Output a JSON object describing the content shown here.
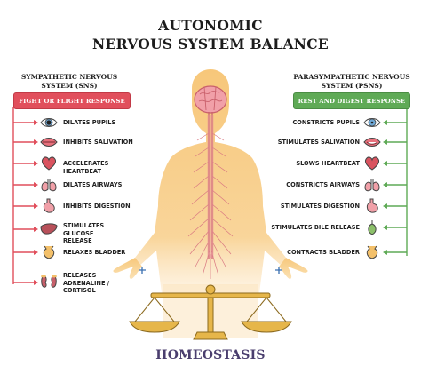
{
  "title": {
    "line1": "AUTONOMIC",
    "line2": "NERVOUS SYSTEM BALANCE"
  },
  "sympathetic": {
    "name_line1": "SYMPATHETIC NERVOUS",
    "name_line2": "SYSTEM (SNS)",
    "banner": "FIGHT OR FLIGHT RESPONSE",
    "color": "#e14f5c",
    "items": [
      {
        "label": "DILATES PUPILS",
        "icon": "eye-icon"
      },
      {
        "label": "INHIBITS SALIVATION",
        "icon": "mouth-icon"
      },
      {
        "label": "ACCELERATES HEARTBEAT",
        "icon": "heart-icon"
      },
      {
        "label": "DILATES AIRWAYS",
        "icon": "lungs-icon"
      },
      {
        "label": "INHIBITS DIGESTION",
        "icon": "stomach-icon"
      },
      {
        "label": "STIMULATES GLUCOSE RELEASE",
        "icon": "liver-icon"
      },
      {
        "label": "RELAXES BLADDER",
        "icon": "bladder-icon"
      },
      {
        "label": "RELEASES ADRENALINE / CORTISOL",
        "icon": "kidneys-icon"
      }
    ]
  },
  "parasympathetic": {
    "name_line1": "PARASYMPATHETIC NERVOUS",
    "name_line2": "SYSTEM (PSNS)",
    "banner": "REST AND DIGEST RESPONSE",
    "color": "#5faa56",
    "items": [
      {
        "label": "CONSTRICTS PUPILS",
        "icon": "eye-icon"
      },
      {
        "label": "STIMULATES SALIVATION",
        "icon": "mouth-icon"
      },
      {
        "label": "SLOWS HEARTBEAT",
        "icon": "heart-icon"
      },
      {
        "label": "CONSTRICTS AIRWAYS",
        "icon": "lungs-icon"
      },
      {
        "label": "STIMULATES DIGESTION",
        "icon": "stomach-icon"
      },
      {
        "label": "STIMULATES BILE RELEASE",
        "icon": "gallbladder-icon"
      },
      {
        "label": "CONTRACTS BLADDER",
        "icon": "bladder-icon"
      }
    ]
  },
  "footer": "HOMEOSTASIS",
  "colors": {
    "skin": "#f7c77a",
    "skin_light": "#fbe0b0",
    "brain": "#f1a0a8",
    "scale": "#e6b64a",
    "title_text": "#1c1c1c",
    "footer_text": "#4a3e6e"
  }
}
